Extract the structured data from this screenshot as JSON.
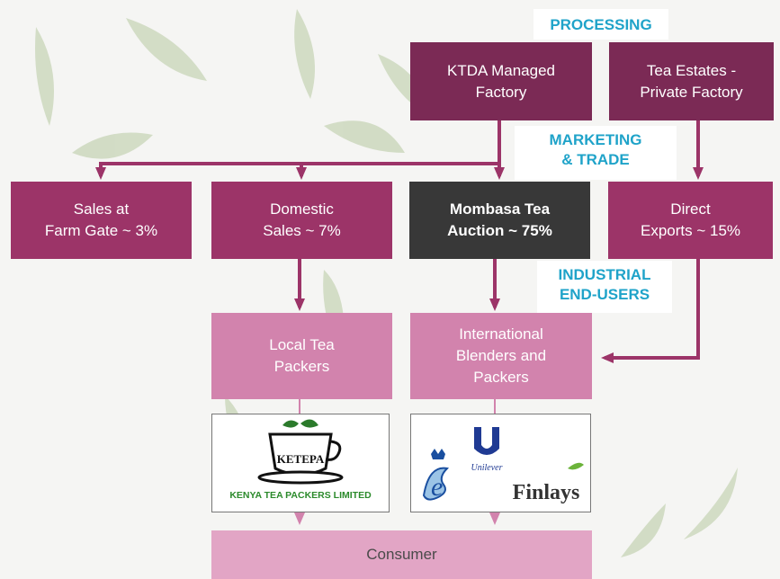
{
  "stages": {
    "processing": "PROCESSING",
    "marketing": "MARKETING\n& TRADE",
    "industrial": "INDUSTRIAL\nEND-USERS"
  },
  "boxes": {
    "ktda": "KTDA Managed\nFactory",
    "estates": "Tea Estates -\nPrivate Factory",
    "farm_gate": "Sales at\nFarm Gate ~ 3%",
    "domestic": "Domestic\nSales ~ 7%",
    "auction": "Mombasa Tea\nAuction ~ 75%",
    "direct": "Direct\nExports ~ 15%",
    "local_packers": "Local Tea\nPackers",
    "intl_blenders": "International\nBlenders and\nPackers",
    "consumer": "Consumer"
  },
  "logos": {
    "ketepa_wordmark": "KETEPA",
    "ketepa_name": "KENYA TEA PACKERS LIMITED",
    "unilever": "Unilever",
    "finlays": "Finlays"
  },
  "colors": {
    "dark_box": "#7b2a55",
    "mid_box": "#9c3468",
    "auction_box": "#383838",
    "light_box": "#d283ad",
    "pale_box": "#e2a5c5",
    "arrow": "#9c3468",
    "pale_arrow": "#d283ad",
    "stage_label": "#1fa3c9"
  }
}
